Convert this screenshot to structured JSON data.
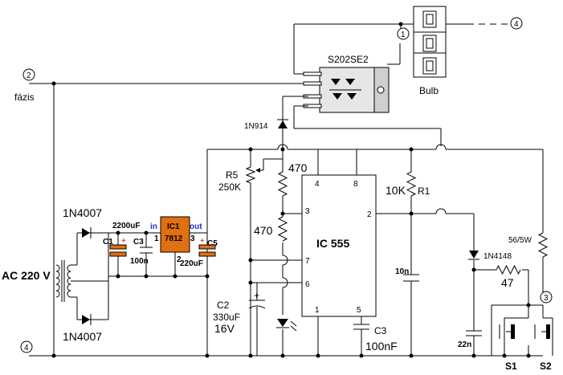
{
  "nodes": {
    "n1": "1",
    "n2": "2",
    "n3": "3",
    "n4_top": "4",
    "n4_left": "4"
  },
  "mains": {
    "phase_label": "fázis",
    "ac_label": "AC 220 V"
  },
  "bulb": {
    "label": "Bulb"
  },
  "ssr": {
    "label": "S202SE2"
  },
  "diodes": {
    "d_top": "1N4007",
    "d_bottom": "1N4007",
    "d_ssr": "1N914",
    "d_out": "1N4148"
  },
  "regulator": {
    "name": "IC1",
    "part": "7812",
    "pin_in": "in",
    "pin_out": "out",
    "pin1": "1",
    "pin2": "2",
    "pin3": "3"
  },
  "caps": {
    "c1_label": "C1",
    "c1_value": "2200uF",
    "c3a_label": "C3",
    "c3a_value": "100n",
    "c5_label": "C5",
    "c5_value": "220uF",
    "c2_label": "C2",
    "c2_value": "330uF",
    "c2_voltage": "16V",
    "c3b_label": "C3",
    "c3b_value": "100nF",
    "c10n": "10n",
    "c22n": "22n",
    "plus": "+"
  },
  "resistors": {
    "r5_label": "R5",
    "r5_value": "250K",
    "r470a": "470",
    "r470b": "470",
    "r1_value": "10K",
    "r1_label": "R1",
    "r_bulb": "56/5W",
    "r47": "47"
  },
  "ic555": {
    "label": "IC 555",
    "pins": [
      "4",
      "8",
      "3",
      "2",
      "7",
      "6",
      "1",
      "5"
    ]
  },
  "switches": {
    "s1": "S1",
    "s2": "S2"
  }
}
